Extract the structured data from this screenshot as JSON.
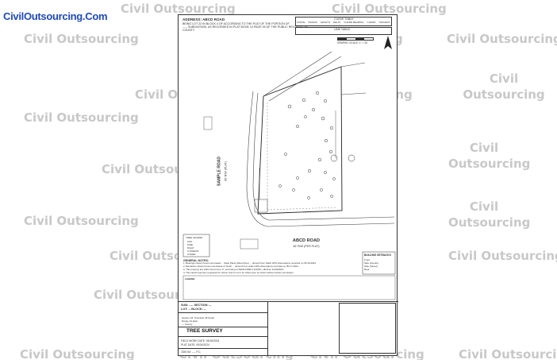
{
  "brand": {
    "logo_text": "CivilOutsourcing.Com"
  },
  "watermark": {
    "text": "Civil Outsourcing"
  },
  "survey": {
    "address_header": "ADDRESS: ABCD ROAD",
    "legal_lines": [
      "BEING LOT 22 IN BLOCK 4 OF ACCORDING TO THE PLAT OF THE PORTION OF",
      "----- SUBDIVISION, AS RECORDED IN PLAT BOOK 14 PAGE 93 OF THE PUBLIC RECORDS OF",
      "COUNTY."
    ],
    "curve_table_title": "CURVE TABLE",
    "curve_table_headers": [
      "CURVE",
      "RADIUS",
      "LENGTH",
      "DELTA",
      "CHORD BEARING",
      "CHORD",
      "TANGENT"
    ],
    "line_table_title": "LINE TABLE",
    "scale_text": "GRAPHIC SCALE: 1\" = 30'",
    "road_west": "SAMPLE ROAD",
    "road_west_sub": "60' R/W (PLAT)",
    "road_south": "ABCD ROAD",
    "road_south_sub": "45' R/W (PER PLAT)",
    "general_notes_title": "GENERAL NOTES:",
    "general_notes": [
      "1. Bearings shown hereon are based ... State Plane (West Zone) ... derived from Static GPS observations recorded on 05-19-2024.",
      "2. Elevations shown hereon are based on North ... derived from static GPS observations recorded on 05-17-2024.",
      "3. This property lies within flood zone 'X', according to FEMA FIRM # 12105C, effective 12/19/2013.",
      "4. This sketch has been prepared for Owner and is not to be relied upon by others without written permission."
    ],
    "building_setbacks_title": "BUILDING SETBACKS",
    "building_setbacks": [
      "Front",
      "Side (Interior)",
      "Side (Street)",
      "Rear"
    ],
    "tree_legend_title": "TREE LEGEND",
    "tree_legend": [
      "OAK",
      "PINE",
      "PALM",
      "CYPRESS",
      "OTHER"
    ],
    "abbreviations_title": "LEGEND",
    "lower_left_header": "SUB: ---- SECTION: --",
    "lower_left_sub": "LOT: --    BLOCK: --",
    "sheet_lines": [
      "Section 18, Township 28 South",
      "Range 24 East",
      "--- County"
    ],
    "title": "TREE SURVEY",
    "field_work_date": "FIELD WORK DATE: 05/15/2024",
    "plat_date": "PLAT DATE: 05/24/2024",
    "job_no": "JOB NO: ---- P.C."
  }
}
